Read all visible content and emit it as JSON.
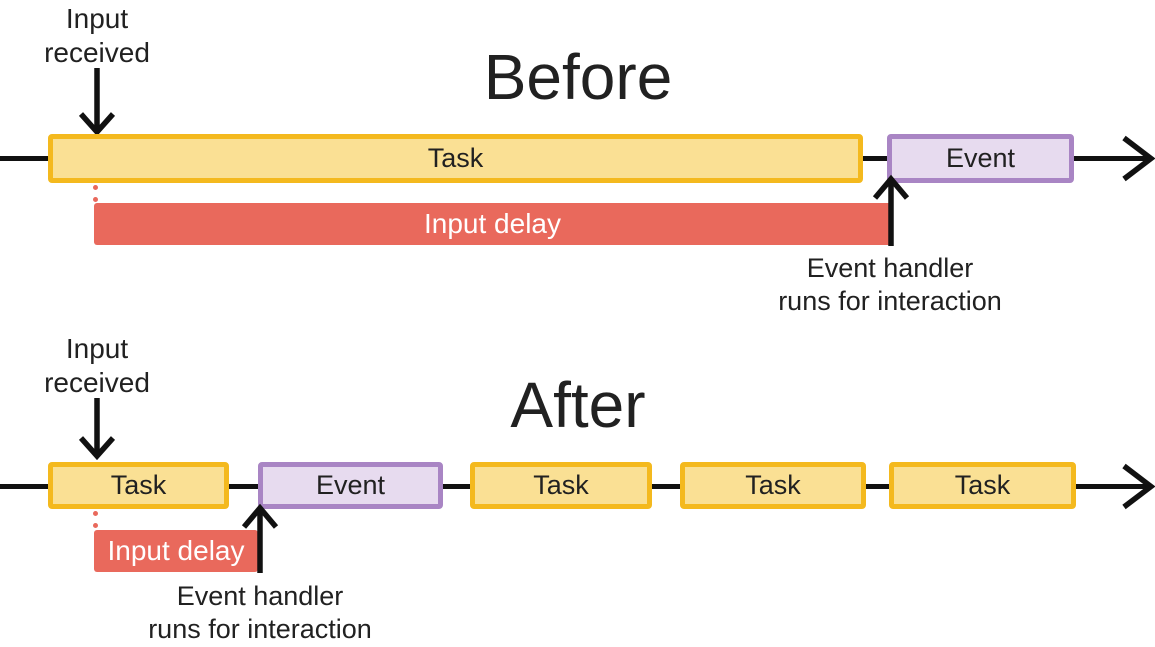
{
  "colors": {
    "task_fill": "#FAE094",
    "task_border": "#F4B91E",
    "event_fill": "#E7DBEF",
    "event_border": "#A985C4",
    "input_delay_fill": "#E9695C",
    "input_delay_text": "#FFFFFF",
    "line": "#111111",
    "text": "#212121",
    "background": "#FFFFFF"
  },
  "before": {
    "title": "Before",
    "input_received_label": "Input\nreceived",
    "bars": [
      {
        "type": "task",
        "label": "Task"
      },
      {
        "type": "event",
        "label": "Event"
      }
    ],
    "input_delay_label": "Input delay",
    "event_handler_label": "Event handler\nruns for interaction"
  },
  "after": {
    "title": "After",
    "input_received_label": "Input\nreceived",
    "bars": [
      {
        "type": "task",
        "label": "Task"
      },
      {
        "type": "event",
        "label": "Event"
      },
      {
        "type": "task",
        "label": "Task"
      },
      {
        "type": "task",
        "label": "Task"
      },
      {
        "type": "task",
        "label": "Task"
      }
    ],
    "input_delay_label": "Input delay",
    "event_handler_label": "Event handler\nruns for interaction"
  }
}
